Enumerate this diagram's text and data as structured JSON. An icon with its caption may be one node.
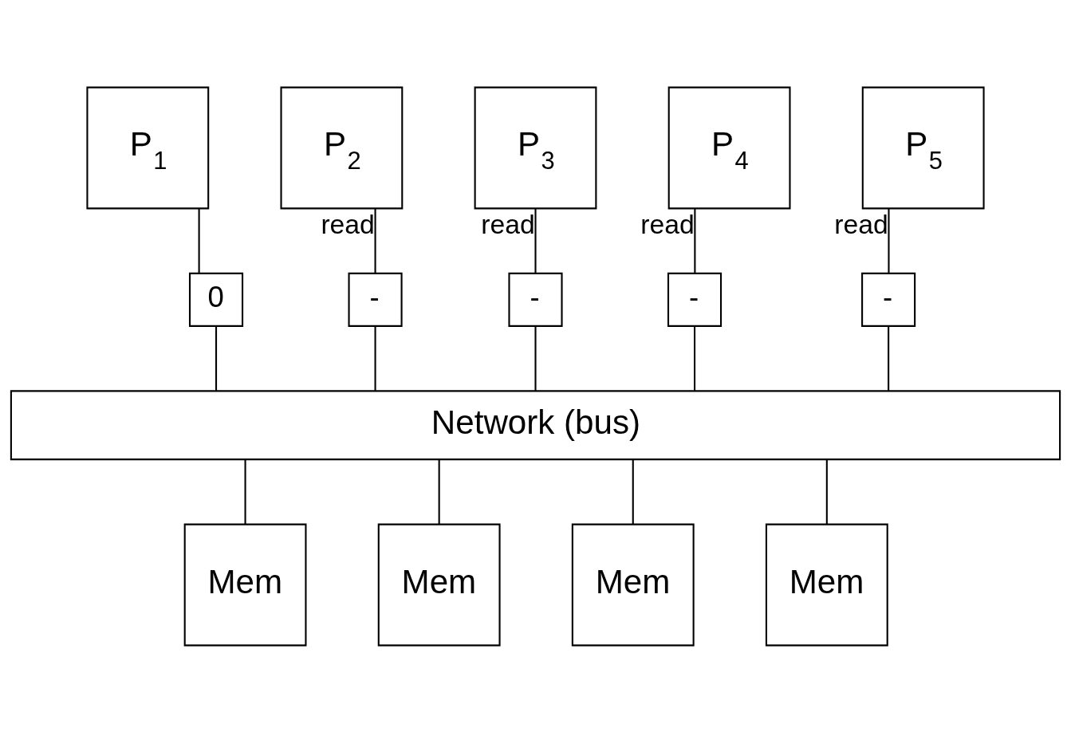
{
  "diagram": {
    "nodes": [
      {
        "text": [
          "P$_{1}$"
        ]
      },
      {
        "text": [
          "P$_{2}$"
        ]
      },
      {
        "text": [
          "P$_{3}$"
        ]
      },
      {
        "text": [
          "P$_{4}$"
        ]
      },
      {
        "text": [
          "P$_{5}$"
        ]
      },
      {
        "text": [
          "0"
        ]
      },
      {
        "text": [
          "-"
        ]
      },
      {
        "text": [
          "-"
        ]
      },
      {
        "text": [
          "-"
        ]
      },
      {
        "text": [
          "-"
        ]
      },
      {
        "text": [
          "Network (bus)"
        ]
      },
      {
        "text": [
          "Mem"
        ]
      },
      {
        "text": [
          "Mem"
        ]
      },
      {
        "text": [
          "Mem"
        ]
      },
      {
        "text": [
          "Mem"
        ]
      }
    ],
    "edges": [
      {
        "from": 0,
        "to": 5,
        "arrow": "none"
      },
      {
        "from": 1,
        "to": 6,
        "arrow": "none",
        "label": "read"
      },
      {
        "from": 2,
        "to": 7,
        "arrow": "none",
        "label": "read"
      },
      {
        "from": 3,
        "to": 8,
        "arrow": "none",
        "label": "read"
      },
      {
        "from": 4,
        "to": 9,
        "arrow": "none",
        "label": "read"
      },
      {
        "from": 5,
        "to": 10,
        "arrow": "none"
      },
      {
        "from": 6,
        "to": 10,
        "arrow": "none"
      },
      {
        "from": 7,
        "to": 10,
        "arrow": "none"
      },
      {
        "from": 8,
        "to": 10,
        "arrow": "none"
      },
      {
        "from": 9,
        "to": 10,
        "arrow": "none"
      },
      {
        "from": 10,
        "to": 11,
        "arrow": "none"
      },
      {
        "from": 10,
        "to": 12,
        "arrow": "none"
      },
      {
        "from": 10,
        "to": 13,
        "arrow": "none"
      },
      {
        "from": 10,
        "to": 14,
        "arrow": "none"
      }
    ]
  }
}
